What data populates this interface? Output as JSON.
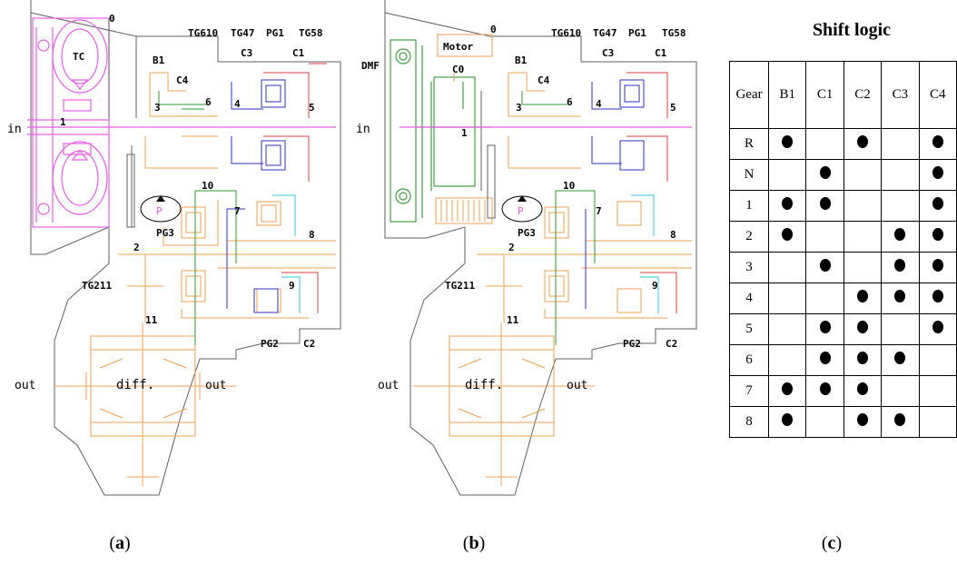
{
  "panel_a": {
    "caption": "a",
    "labels": {
      "num_0": "0",
      "tg610": "TG610",
      "tg47": "TG47",
      "pg1": "PG1",
      "tg58": "TG58",
      "b1": "B1",
      "c3": "C3",
      "c1": "C1",
      "tc": "TC",
      "c4": "C4",
      "num_6": "6",
      "num_4": "4",
      "num_3": "3",
      "num_5": "5",
      "num_1": "1",
      "in": "in",
      "num_10": "10",
      "p": "P",
      "num_7": "7",
      "num_8": "8",
      "pg3": "PG3",
      "num_2": "2",
      "tg211": "TG211",
      "num_9": "9",
      "num_11": "11",
      "pg2": "PG2",
      "c2": "C2",
      "out_left": "out",
      "diff": "diff.",
      "out_right": "out"
    }
  },
  "panel_b": {
    "caption": "b",
    "labels": {
      "num_0": "0",
      "tg610": "TG610",
      "tg47": "TG47",
      "pg1": "PG1",
      "tg58": "TG58",
      "motor": "Motor",
      "b1": "B1",
      "c3": "C3",
      "c1": "C1",
      "dmf": "DMF",
      "c0": "C0",
      "c4": "C4",
      "num_6": "6",
      "num_4": "4",
      "num_3": "3",
      "num_5": "5",
      "in": "in",
      "num_1": "1",
      "num_10": "10",
      "p": "P",
      "num_7": "7",
      "num_8": "8",
      "pg3": "PG3",
      "num_2": "2",
      "tg211": "TG211",
      "num_9": "9",
      "num_11": "11",
      "pg2": "PG2",
      "c2": "C2",
      "out_left": "out",
      "diff": "diff.",
      "out_right": "out"
    }
  },
  "panel_c": {
    "caption": "c",
    "title": "Shift logic",
    "headers": [
      "Gear",
      "B1",
      "C1",
      "C2",
      "C3",
      "C4"
    ],
    "rows": [
      {
        "gear": "R",
        "engaged": [
          true,
          false,
          true,
          false,
          true
        ]
      },
      {
        "gear": "N",
        "engaged": [
          false,
          true,
          false,
          false,
          true
        ]
      },
      {
        "gear": "1",
        "engaged": [
          true,
          true,
          false,
          false,
          true
        ]
      },
      {
        "gear": "2",
        "engaged": [
          true,
          false,
          false,
          true,
          true
        ]
      },
      {
        "gear": "3",
        "engaged": [
          false,
          true,
          false,
          true,
          true
        ]
      },
      {
        "gear": "4",
        "engaged": [
          false,
          false,
          true,
          true,
          true
        ]
      },
      {
        "gear": "5",
        "engaged": [
          false,
          true,
          true,
          false,
          true
        ]
      },
      {
        "gear": "6",
        "engaged": [
          false,
          true,
          true,
          true,
          false
        ]
      },
      {
        "gear": "7",
        "engaged": [
          true,
          true,
          true,
          false,
          false
        ]
      },
      {
        "gear": "8",
        "engaged": [
          true,
          false,
          true,
          true,
          false
        ]
      }
    ]
  },
  "colors": {
    "torque_converter": "#e85ee8",
    "housing": "#606060",
    "orange": "#f0a050",
    "green": "#2e9a2e",
    "blue": "#3030c0",
    "red": "#e04040",
    "cyan": "#30c8e0",
    "magenta": "#d040d0",
    "dmf_green": "#40a040"
  }
}
